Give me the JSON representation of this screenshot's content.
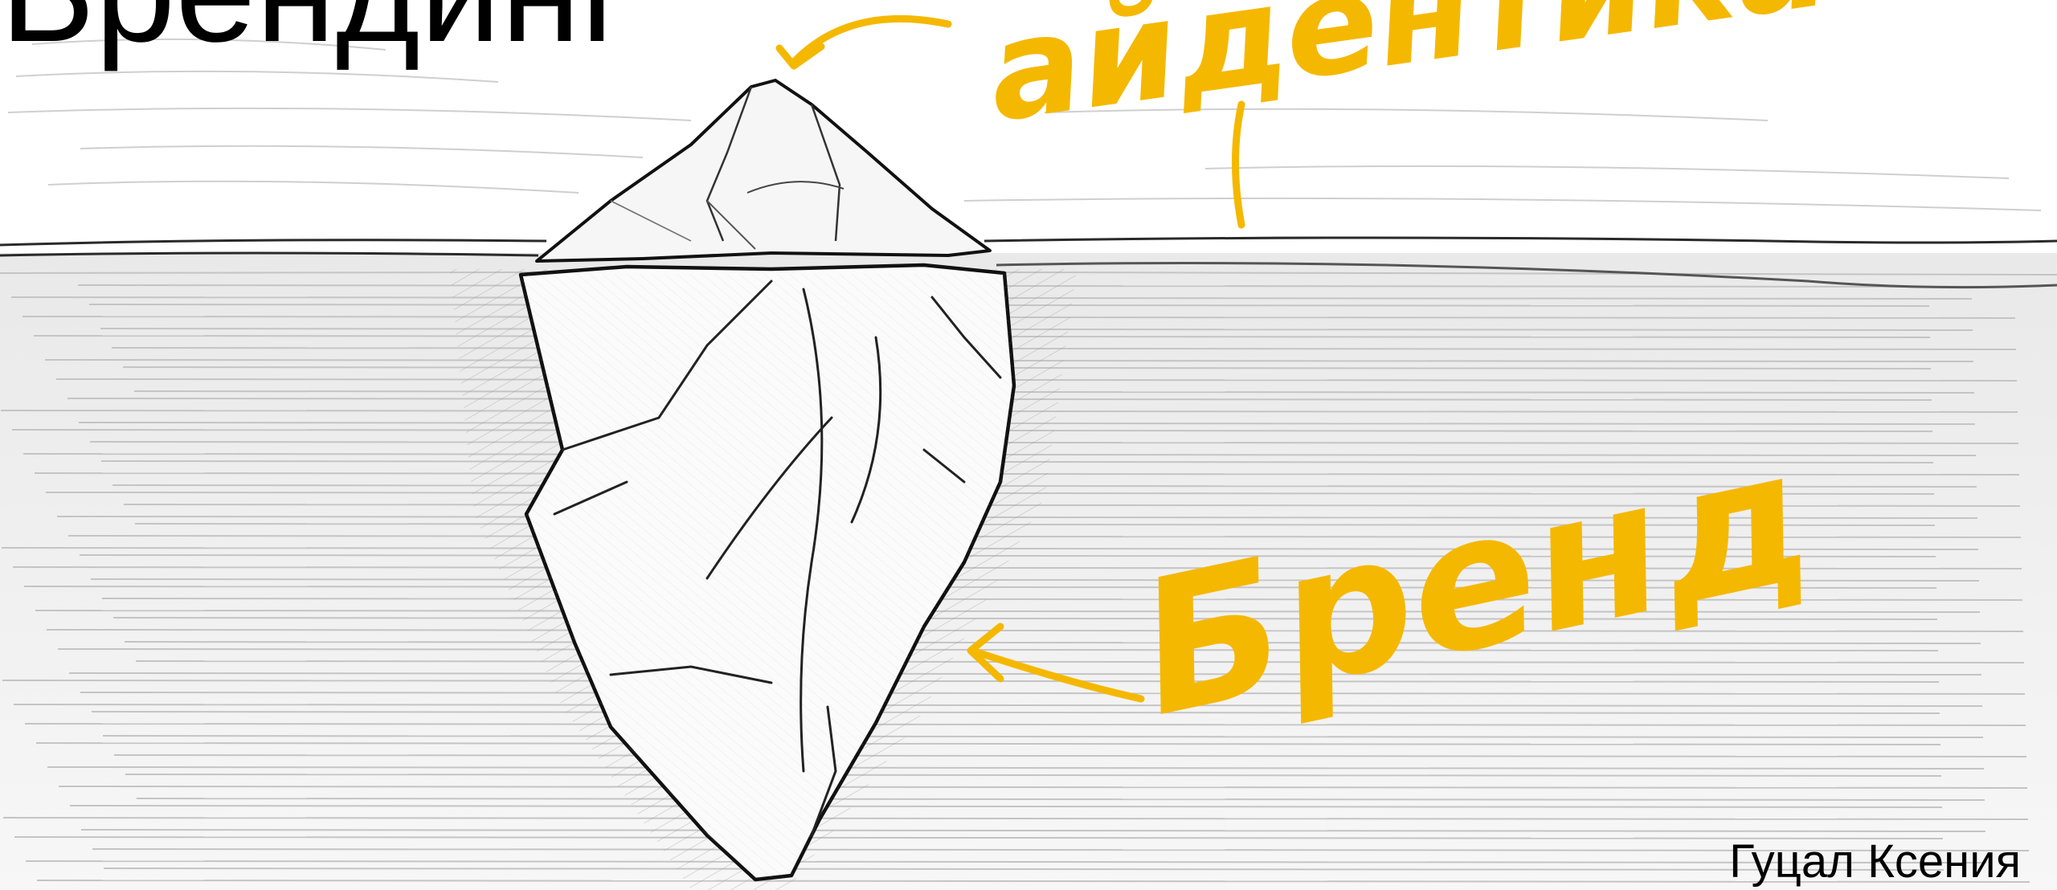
{
  "slide": {
    "title": "Брендинг",
    "author": "Гуцал Ксения"
  },
  "illustration": {
    "tip_label": "айдентика",
    "body_label": "Бренд",
    "annotation_color": "#F5B800",
    "sketch_color": "#1a1a1a"
  }
}
